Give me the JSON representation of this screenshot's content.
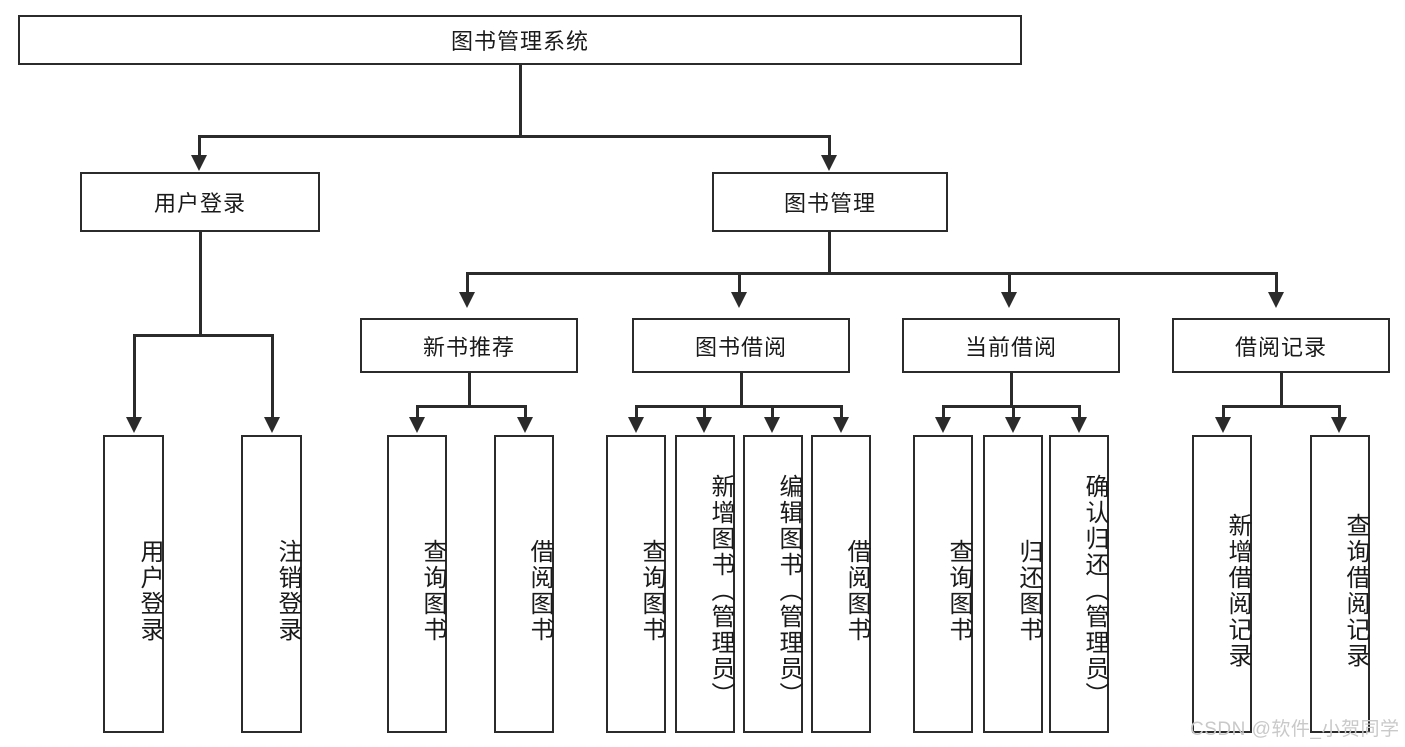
{
  "diagram": {
    "title_node": {
      "label": "图书管理系统"
    },
    "level2": [
      {
        "label": "用户登录"
      },
      {
        "label": "图书管理"
      }
    ],
    "level3": [
      {
        "label": "新书推荐"
      },
      {
        "label": "图书借阅"
      },
      {
        "label": "当前借阅"
      },
      {
        "label": "借阅记录"
      }
    ],
    "leaves": [
      {
        "label": "用户登录"
      },
      {
        "label": "注销登录"
      },
      {
        "label": "查询图书"
      },
      {
        "label": "借阅图书"
      },
      {
        "label": "查询图书"
      },
      {
        "label": "新增图书（管理员）"
      },
      {
        "label": "编辑图书（管理员）"
      },
      {
        "label": "借阅图书"
      },
      {
        "label": "查询图书"
      },
      {
        "label": "归还图书"
      },
      {
        "label": "确认归还（管理员）"
      },
      {
        "label": "新增借阅记录"
      },
      {
        "label": "查询借阅记录"
      }
    ],
    "watermark": "CSDN @软件_小贺同学",
    "colors": {
      "stroke": "#2b2b2b",
      "text": "#1a1a1a",
      "background": "#ffffff",
      "watermark": "#c9c9c9"
    }
  }
}
